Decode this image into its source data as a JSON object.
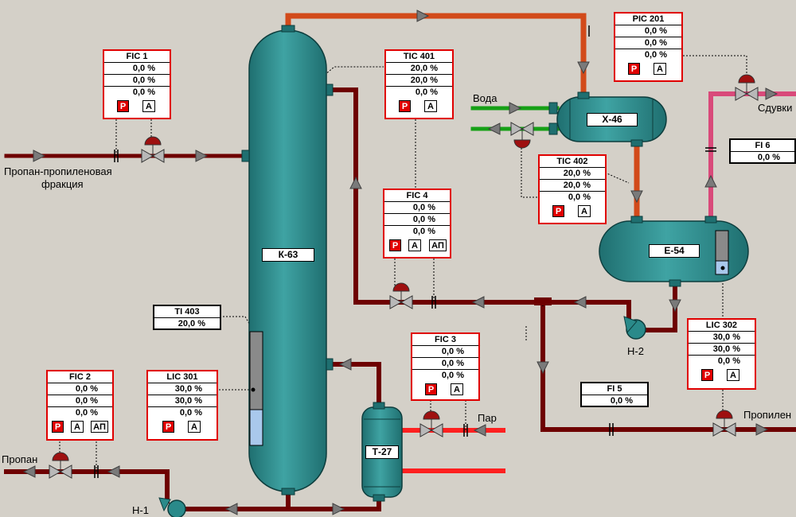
{
  "labels": {
    "feed": "Пропан-пропиленовая",
    "feed2": "фракция",
    "water": "Вода",
    "vent": "Сдувки",
    "steam": "Пар",
    "propane": "Пропан",
    "propylene": "Пропилен",
    "pump1": "Н-1",
    "pump2": "Н-2"
  },
  "equipment": {
    "column": "К-63",
    "exchanger_top": "Х-46",
    "drum": "Е-54",
    "reboiler": "Т-27"
  },
  "controllers": {
    "fic1": {
      "tag": "FIC 1",
      "v1": "0,0 %",
      "v2": "0,0 %",
      "v3": "0,0 %",
      "r": "Р",
      "a": "А"
    },
    "tic401": {
      "tag": "TIC 401",
      "v1": "20,0 %",
      "v2": "20,0 %",
      "v3": "0,0 %",
      "r": "Р",
      "a": "А"
    },
    "pic201": {
      "tag": "PIC 201",
      "v1": "0,0 %",
      "v2": "0,0 %",
      "v3": "0,0 %",
      "r": "Р",
      "a": "А"
    },
    "fic4": {
      "tag": "FIC 4",
      "v1": "0,0 %",
      "v2": "0,0 %",
      "v3": "0,0 %",
      "r": "Р",
      "a": "А",
      "ap": "АП"
    },
    "tic402": {
      "tag": "TIC 402",
      "v1": "20,0 %",
      "v2": "20,0 %",
      "v3": "0,0 %",
      "r": "Р",
      "a": "А"
    },
    "fic3": {
      "tag": "FIC 3",
      "v1": "0,0 %",
      "v2": "0,0 %",
      "v3": "0,0 %",
      "r": "Р",
      "a": "А"
    },
    "fic2": {
      "tag": "FIC 2",
      "v1": "0,0 %",
      "v2": "0,0 %",
      "v3": "0,0 %",
      "r": "Р",
      "a": "А",
      "ap": "АП"
    },
    "lic301": {
      "tag": "LIC 301",
      "v1": "30,0 %",
      "v2": "30,0 %",
      "v3": "0,0 %",
      "r": "Р",
      "a": "А"
    },
    "lic302": {
      "tag": "LIC 302",
      "v1": "30,0 %",
      "v2": "30,0 %",
      "v3": "0,0 %",
      "r": "Р",
      "a": "А"
    }
  },
  "indicators": {
    "ti403": {
      "tag": "TI 403",
      "v": "20,0 %"
    },
    "fi5": {
      "tag": "FI 5",
      "v": "0,0 %"
    },
    "fi6": {
      "tag": "FI 6",
      "v": "0,0 %"
    }
  },
  "colors": {
    "background": "#d4d0c8",
    "vessel": "#2a8a8a",
    "pipe_dark": "#6e0000",
    "pipe_orange": "#d24a1a",
    "pipe_green": "#16a016",
    "pipe_red": "#ff2020",
    "pipe_pink": "#d94a7a",
    "alarm_red": "#e00000"
  }
}
